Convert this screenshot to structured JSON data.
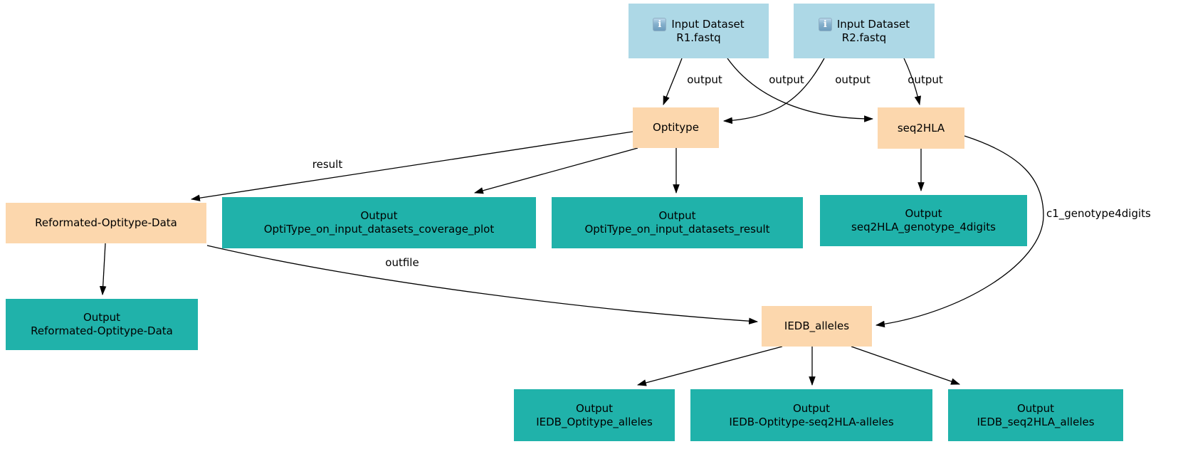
{
  "diagram": {
    "type": "workflow-graph",
    "colors": {
      "input_node": "#add8e6",
      "tool_node": "#fcd7ad",
      "output_node": "#20b2aa",
      "edge": "#000000",
      "text": "#000000"
    },
    "nodes": {
      "input_r1": {
        "line1": "Input Dataset",
        "line2": "R1.fastq",
        "icon": "info-icon"
      },
      "input_r2": {
        "line1": "Input Dataset",
        "line2": "R2.fastq",
        "icon": "info-icon"
      },
      "optitype": {
        "line1": "Optitype"
      },
      "seq2hla": {
        "line1": "seq2HLA"
      },
      "reformated": {
        "line1": "Reformated-Optitype-Data"
      },
      "out_coverage": {
        "line1": "Output",
        "line2": "OptiType_on_input_datasets_coverage_plot"
      },
      "out_result": {
        "line1": "Output",
        "line2": "OptiType_on_input_datasets_result"
      },
      "out_genotype": {
        "line1": "Output",
        "line2": "seq2HLA_genotype_4digits"
      },
      "out_reformated": {
        "line1": "Output",
        "line2": "Reformated-Optitype-Data"
      },
      "iedb_alleles": {
        "line1": "IEDB_alleles"
      },
      "out_iedb_optitype": {
        "line1": "Output",
        "line2": "IEDB_Optitype_alleles"
      },
      "out_iedb_opti_seq": {
        "line1": "Output",
        "line2": "IEDB-Optitype-seq2HLA-alleles"
      },
      "out_iedb_seq2hla": {
        "line1": "Output",
        "line2": "IEDB_seq2HLA_alleles"
      }
    },
    "edge_labels": {
      "r1_to_optitype": "output",
      "r1_to_seq2hla": "output",
      "r2_to_optitype": "output",
      "r2_to_seq2hla": "output",
      "optitype_result": "result",
      "reformated_outfile": "outfile",
      "seq2hla_c1": "c1_genotype4digits"
    }
  }
}
